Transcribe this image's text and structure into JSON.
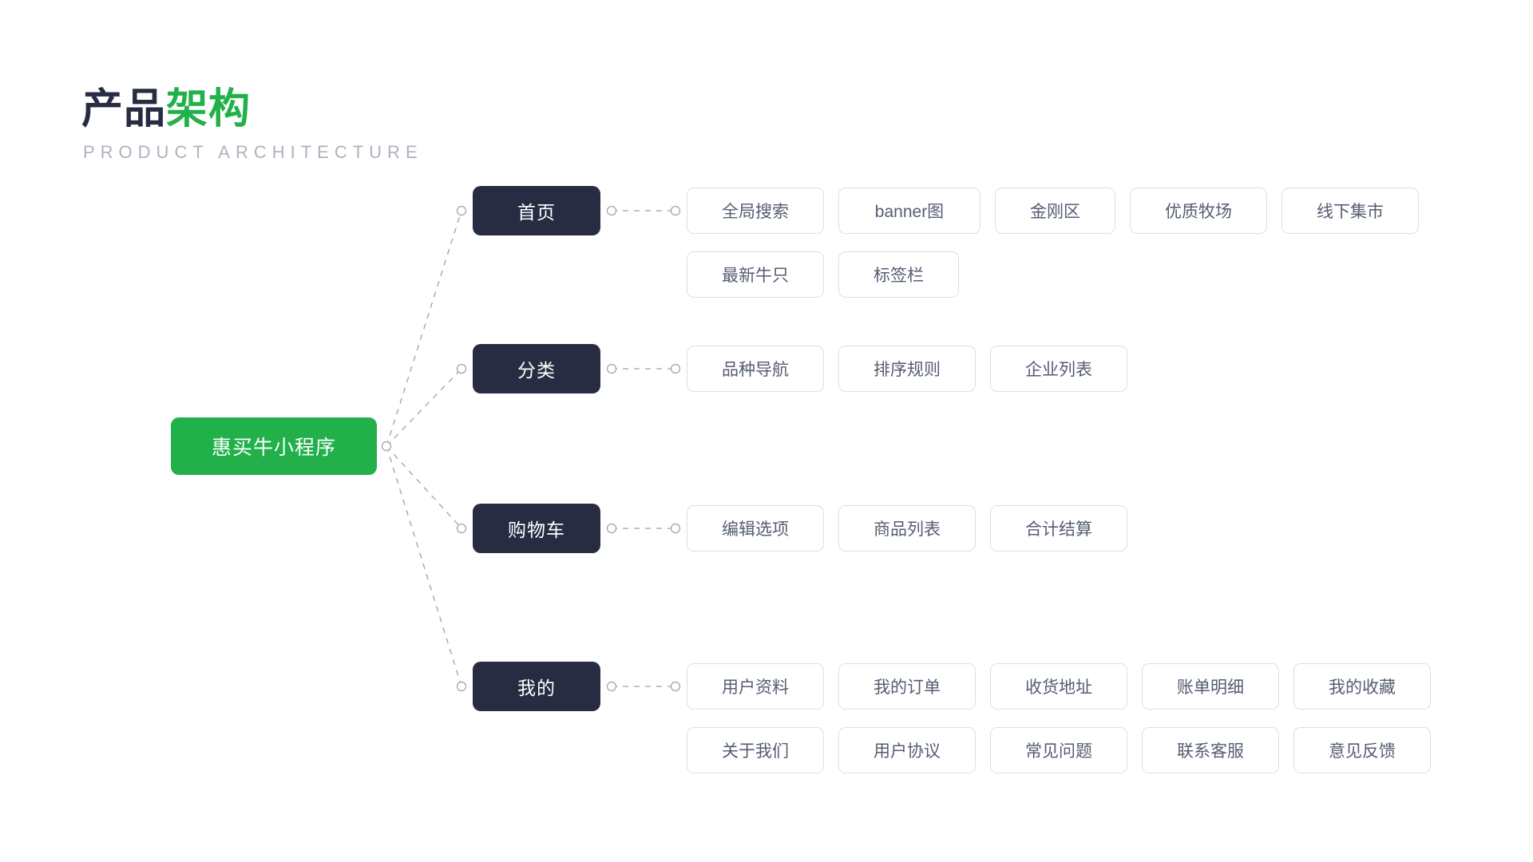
{
  "header": {
    "title_dark": "产品",
    "title_green": "架构",
    "subtitle": "PRODUCT ARCHITECTURE"
  },
  "colors": {
    "accent_green": "#21B04A",
    "node_dark": "#272C42",
    "leaf_border": "#DCDFE6",
    "leaf_text": "#555D72",
    "subtitle_gray": "#AEB2BD",
    "connector_gray": "#9AA0AD"
  },
  "tree": {
    "root": {
      "label": "惠买牛小程序"
    },
    "branches": [
      {
        "label": "首页",
        "leaves": [
          [
            {
              "label": "全局搜索"
            },
            {
              "label": "banner图"
            },
            {
              "label": "金刚区"
            },
            {
              "label": "优质牧场"
            },
            {
              "label": "线下集市"
            }
          ],
          [
            {
              "label": "最新牛只"
            },
            {
              "label": "标签栏"
            }
          ]
        ]
      },
      {
        "label": "分类",
        "leaves": [
          [
            {
              "label": "品种导航"
            },
            {
              "label": "排序规则"
            },
            {
              "label": "企业列表"
            }
          ]
        ]
      },
      {
        "label": "购物车",
        "leaves": [
          [
            {
              "label": "编辑选项"
            },
            {
              "label": "商品列表"
            },
            {
              "label": "合计结算"
            }
          ]
        ]
      },
      {
        "label": "我的",
        "leaves": [
          [
            {
              "label": "用户资料"
            },
            {
              "label": "我的订单"
            },
            {
              "label": "收货地址"
            },
            {
              "label": "账单明细"
            },
            {
              "label": "我的收藏"
            }
          ],
          [
            {
              "label": "关于我们"
            },
            {
              "label": "用户协议"
            },
            {
              "label": "常见问题"
            },
            {
              "label": "联系客服"
            },
            {
              "label": "意见反馈"
            }
          ]
        ]
      }
    ]
  }
}
